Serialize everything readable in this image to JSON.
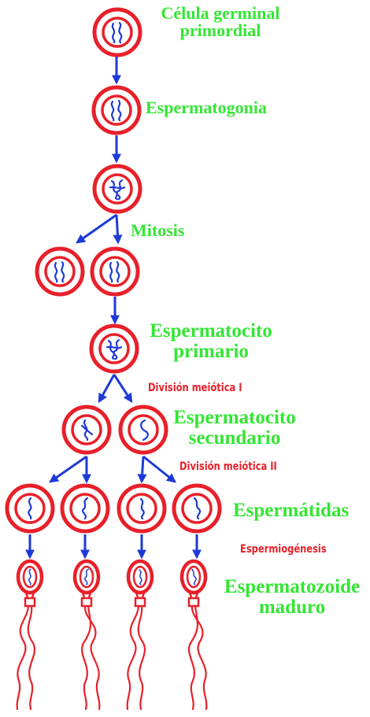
{
  "colors": {
    "cell_ring": "#e8202a",
    "chromatin": "#1e3ad6",
    "arrow": "#1e3ad6",
    "stage_label": "#33e633",
    "process_label": "#e8202a"
  },
  "labels": {
    "celula_germinal_primordial": [
      "Célula germinal",
      "primordial"
    ],
    "espermatogonia": "Espermatogonia",
    "mitosis": "Mitosis",
    "espermatocito_primario": [
      "Espermatocito",
      "primario"
    ],
    "division_meiotica_1": "División meiótica I",
    "espermatocito_secundario": [
      "Espermatocito",
      "secundario"
    ],
    "division_meiotica_2": "División meiótica II",
    "espermatidas": "Espermátidas",
    "espermiogenesis": "Espermiogénesis",
    "espermatozoide_maduro": [
      "Espermatozoide",
      "maduro"
    ]
  }
}
